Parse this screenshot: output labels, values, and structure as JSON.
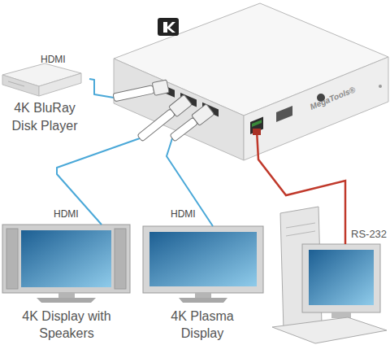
{
  "diagram": {
    "nodes": [
      {
        "text": [
          "MegaTools®"
        ]
      },
      {
        "text": [
          "4K BluRay Disk Player"
        ]
      },
      {
        "text": [
          "4K Display with Speakers"
        ]
      },
      {
        "text": [
          "4K Plasma Display"
        ]
      }
    ],
    "edges": [
      {
        "from": 1,
        "to": 0,
        "label": "HDMI",
        "arrow": "none"
      },
      {
        "from": 0,
        "to": 2,
        "label": "HDMI",
        "arrow": "none"
      },
      {
        "from": 0,
        "to": 3,
        "label": "HDMI",
        "arrow": "none"
      }
    ],
    "labels": [
      "RS-232"
    ]
  }
}
